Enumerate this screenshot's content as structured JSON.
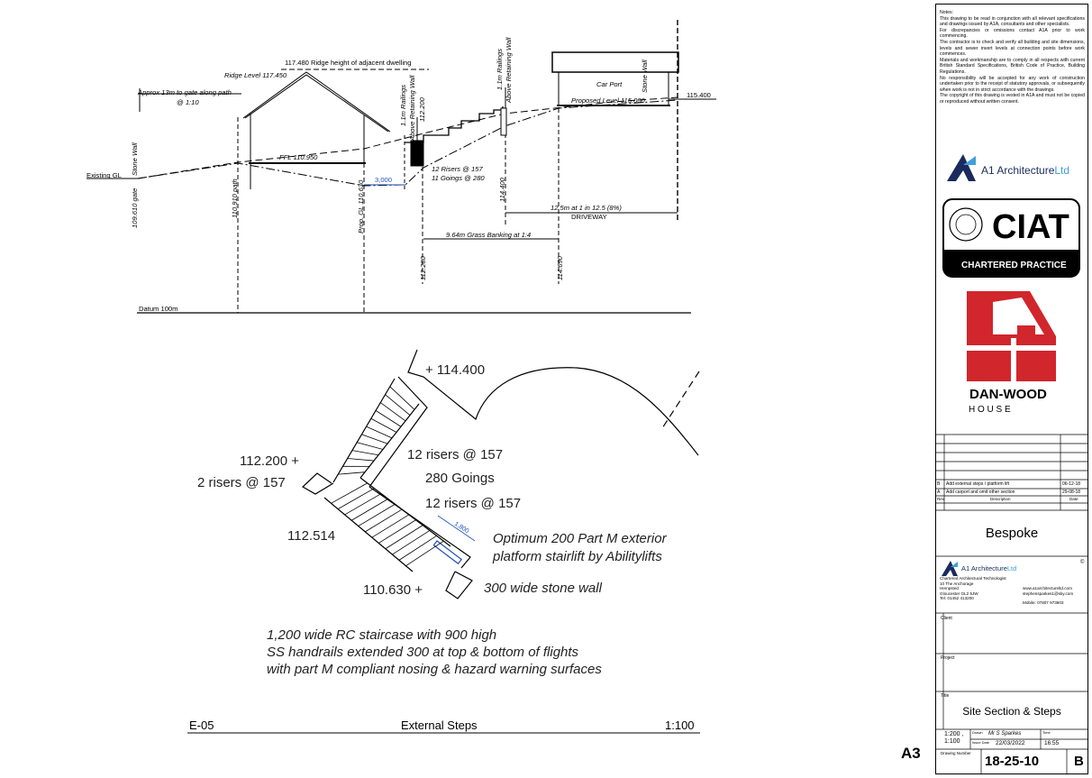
{
  "section": {
    "ridge_adjacent": "117.480 Ridge height of adjacent dwelling",
    "ridge_level": "Ridge Level 117.450",
    "approx_path_1": "Approx 13m to gate along path",
    "approx_path_2": "@ 1:10",
    "stone_wall_left": "Stone Wall",
    "existing_gl": "Existing GL",
    "gate_level": "109.610 gate",
    "path_level": "110.910 path",
    "ffl": "FFL 110.950",
    "prop_gl": "Prop. GL 110.630",
    "dim_3000": "3,000",
    "railings_1": "1.1m Railings",
    "railings_1b": "Above Retaining Wall",
    "level_112200": "112.200",
    "risers": "12 Risers @ 157",
    "goings": "11 Goings @ 280",
    "railings_2": "1.1m Railings",
    "railings_2b": "Above Retaining Wall",
    "level_114400": "114.400",
    "car_port": "Car Port",
    "stone_wall_right": "Stone Wall",
    "proposed_level": "Proposed Level 115.000",
    "level_115400": "115.400",
    "driveway_1": "12.5m at 1 in 12.5 (8%)",
    "driveway_2": "DRIVEWAY",
    "grass_banking": "9.64m Grass Banking at 1:4",
    "level_112280": "112.280",
    "level_114690": "114.690",
    "datum": "Datum 100m"
  },
  "plan": {
    "top_level": "+ 114.400",
    "level_112200": "112.200 +",
    "two_risers": "2 risers @ 157",
    "risers_upper": "12 risers @ 157",
    "goings": "280 Goings",
    "risers_lower": "12 risers @ 157",
    "level_112514": "112.514",
    "stairlift_1": "Optimum 200 Part M exterior",
    "stairlift_2": "platform stairlift by Abilitylifts",
    "dim_1800": "1,800",
    "level_110630": "110.630 +",
    "stone_wall": "300 wide stone wall",
    "note_1": "1,200 wide RC staircase with 900 high",
    "note_2": "SS handrails extended 300 at top  & bottom of flights",
    "note_3": "with part M compliant nosing & hazard warning surfaces"
  },
  "caption": {
    "ref": "E-05",
    "title": "External Steps",
    "scale": "1:100"
  },
  "sheet_size": "A3",
  "titleblock": {
    "notes": [
      "Notes:",
      "This drawing to be read in conjunction with all relevant specifications and drawings issued by A1A, consultants and other specialists.",
      "For discrepancies or omissions contact A1A prior to work commencing.",
      "The contractor is to check and verify all building and site dimensions, levels and sewer invert levels at connection points before work commences.",
      "Materials and workmanship are to comply in all respects with current British Standard Specifications, British Code of Practice, Building Regulations.",
      "No responsibility will be accepted for any work of construction undertaken prior to the receipt of statutory approvals, or subsequently when work is not in strict accordance with the drawings.",
      "The copyright of this drawing is vested in A1A and must not be copied or reproduced without written consent."
    ],
    "a1_logo_a": "A1 Architecture",
    "a1_logo_b": "Ltd",
    "ciat_text": "CIAT",
    "ciat_sub": "CHARTERED PRACTICE",
    "danwood_1": "DAN-WOOD",
    "danwood_2": "H O U S E",
    "revisions": [
      {
        "rev": "B",
        "desc": "Add external steps / platform lift",
        "date": "06-12-18"
      },
      {
        "rev": "A",
        "desc": "Add carport and omit other section",
        "date": "29-08-18"
      }
    ],
    "rev_headers": {
      "rev": "Rev",
      "desc": "Description",
      "date": "Date"
    },
    "bespoke": "Bespoke",
    "copyright_mark": "©",
    "company_logo_a": "A1 Architecture",
    "company_logo_b": "Ltd",
    "company_lines": [
      "Chartered Architectural Technologist",
      "10 The Anchorage",
      "Hempsted",
      "Gloucester GL2 5JW",
      "Tel: 01452 413200"
    ],
    "web": "www.a1architectureltd.com",
    "email": "stephensparkes1@sky.com",
    "mobile": "Mobile: 07807 973603",
    "client_label": "Client",
    "project_label": "Project",
    "title_label": "Title",
    "title_value": "Site Section & Steps",
    "scale_value_1": "1:200 ,",
    "scale_value_2": "1:100",
    "drawn_label": "Drawn",
    "drawn_value": "Mr S Sparkes",
    "time_label": "Time",
    "time_value": "16:55",
    "issue_label": "Issue Date",
    "issue_value": "22/03/2022",
    "drawing_number_label": "Drawing Number",
    "drawing_number": "18-25-10",
    "revision": "B"
  }
}
